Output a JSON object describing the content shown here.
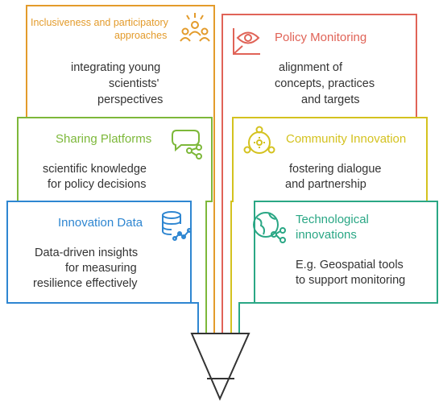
{
  "colors": {
    "orange": "#E39B2B",
    "red": "#E06357",
    "green": "#7DB83A",
    "yellow": "#D4C21F",
    "blue": "#2E86D1",
    "teal": "#2AA785",
    "funnel": "#333333"
  },
  "panels": {
    "inclusiveness": {
      "title_line1": "Inclusiveness and participatory",
      "title_line2": "approaches",
      "body_line1": "integrating young",
      "body_line2": "scientists'",
      "body_line3": "perspectives",
      "icon": "people-group-icon"
    },
    "policy_monitoring": {
      "title": "Policy Monitoring",
      "body_line1": "alignment of",
      "body_line2": "concepts, practices",
      "body_line3": "and targets",
      "icon": "eye-chart-icon"
    },
    "sharing_platforms": {
      "title": "Sharing Platforms",
      "body_line1": "scientific knowledge",
      "body_line2": "for policy decisions",
      "icon": "chat-network-icon"
    },
    "community_innovation": {
      "title": "Community Innovation",
      "body_line1": "fostering dialogue",
      "body_line2": "and partnership",
      "icon": "community-gear-icon"
    },
    "innovation_data": {
      "title": "Innovation Data",
      "body_line1": "Data-driven insights",
      "body_line2": "for measuring",
      "body_line3": "resilience effectively",
      "icon": "database-chart-icon"
    },
    "technological_innovations": {
      "title_line1": "Technological",
      "title_line2": "innovations",
      "body_line1": "E.g. Geospatial tools",
      "body_line2": "to support monitoring",
      "icon": "globe-network-icon"
    }
  }
}
